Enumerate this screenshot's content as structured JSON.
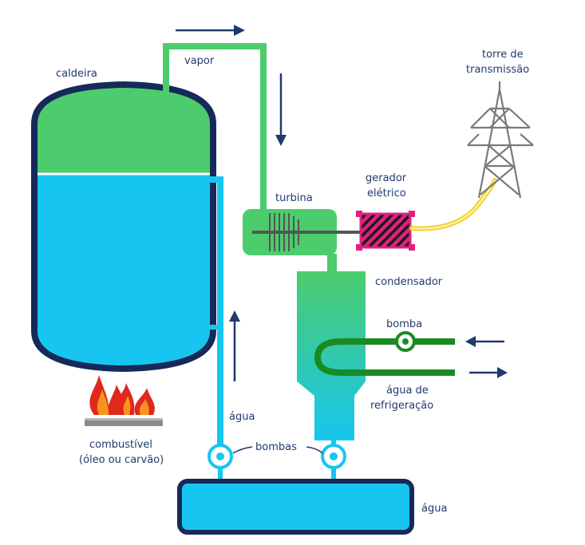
{
  "labels": {
    "boiler": "caldeira",
    "steam": "vapor",
    "turbine": "turbina",
    "generator_line1": "gerador",
    "generator_line2": "elétrico",
    "tower_line1": "torre de",
    "tower_line2": "transmissão",
    "condenser": "condensador",
    "pump": "bomba",
    "cooling_line1": "água de",
    "cooling_line2": "refrigeração",
    "water_return": "água",
    "pumps": "bombas",
    "fuel_line1": "combustível",
    "fuel_line2": "(óleo ou carvão)",
    "tank_water": "água"
  },
  "colors": {
    "steam_green": "#4ccc6c",
    "water_blue": "#17c6f0",
    "outline_navy": "#16295a",
    "cooling_green": "#1b8a22",
    "generator_magenta": "#e0207e",
    "wire_yellow": "#f2d22e",
    "flame_red": "#e0281e",
    "flame_orange": "#f7941e",
    "tower_gray": "#7a7a7a",
    "label_navy": "#1e3a6e"
  },
  "icons": [
    "flow-arrow-icon",
    "flame-icon",
    "transmission-tower-icon",
    "pump-icon"
  ]
}
